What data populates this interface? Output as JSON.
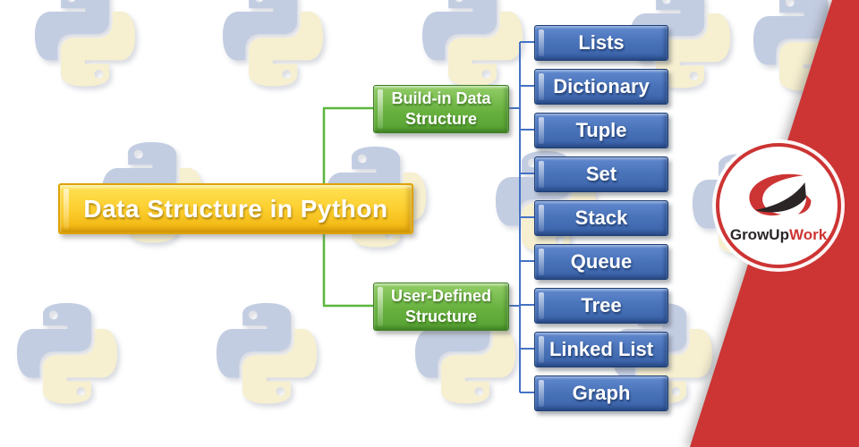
{
  "title": {
    "label": "Data Structure in Python"
  },
  "groups": [
    {
      "line1": "Build-in Data",
      "line2": "Structure",
      "children": [
        "Lists",
        "Dictionary",
        "Tuple",
        "Set"
      ]
    },
    {
      "line1": "User-Defined",
      "line2": "Structure",
      "children": [
        "Stack",
        "Queue",
        "Tree",
        "Linked List",
        "Graph"
      ]
    }
  ],
  "brand": {
    "grow_up": "GrowUp",
    "work": "Work"
  },
  "icons": {
    "background_pattern": "python-logo-icon",
    "brand_mark": "growupwork-g-icon"
  },
  "colors": {
    "brand-red": "#cd3434",
    "brand-black": "#2b2526",
    "accent-yellow": "#f7c52b",
    "accent-green": "#68b13f",
    "accent-blue": "#4a74ba",
    "connector-green": "#5cb53e",
    "connector-blue": "#4472c4",
    "python-blue": "#b6c2dc",
    "python-yellow": "#f4ecc6"
  }
}
